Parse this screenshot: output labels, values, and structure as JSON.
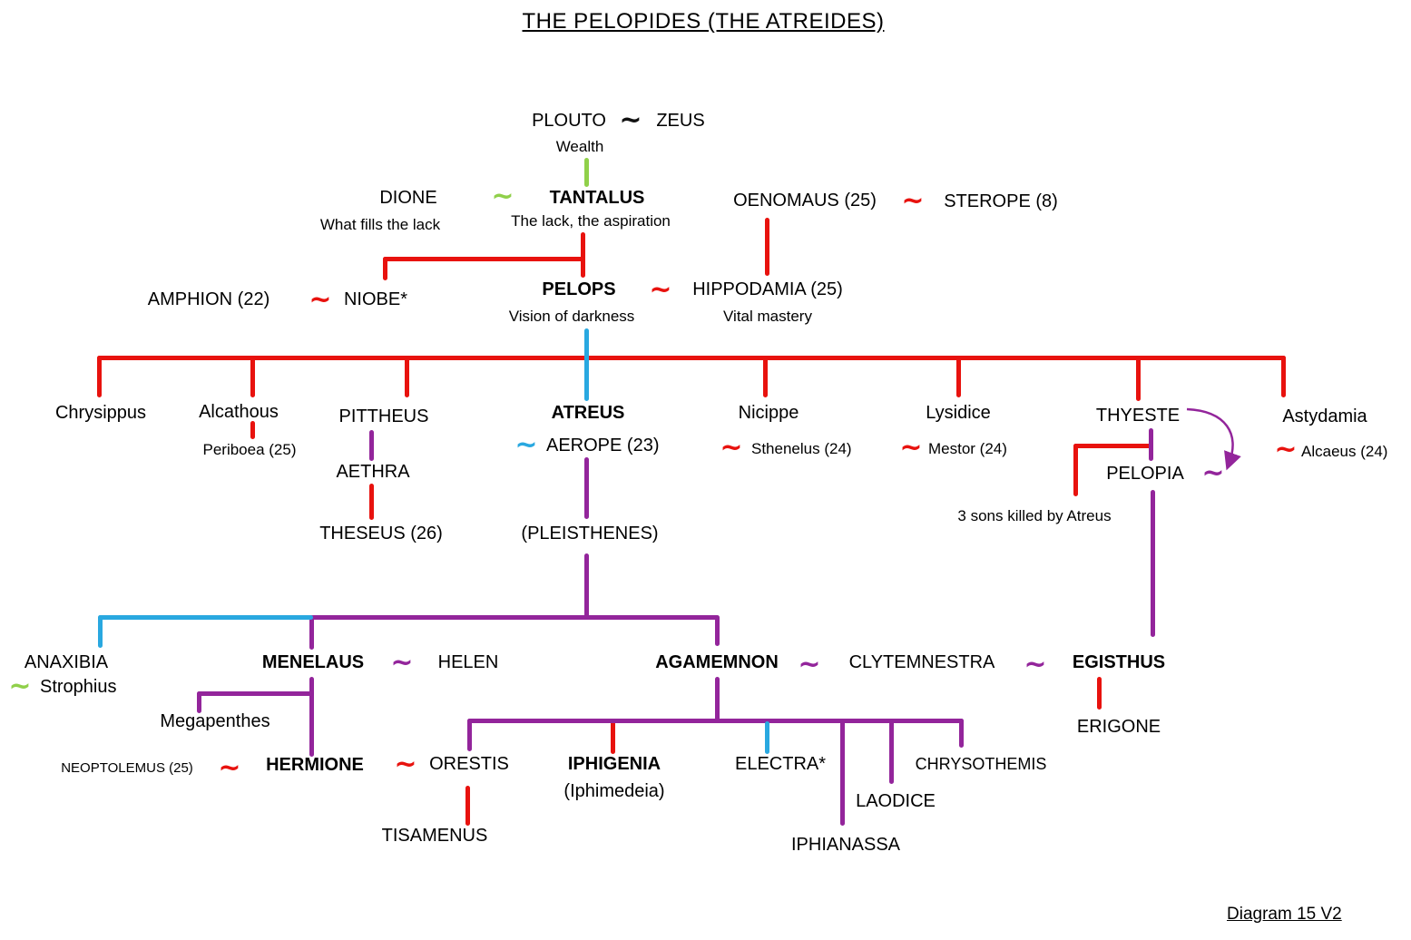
{
  "title": "THE PELOPIDES (THE ATREIDES)",
  "footer": "Diagram 15 V2",
  "glyphs": {
    "tilde": "~"
  },
  "colors": {
    "line_red": "#e8120e",
    "line_green": "#90d04a",
    "line_blue": "#29a8e0",
    "line_purple": "#93259b",
    "text_black": "#000000"
  },
  "notes": {
    "three_sons": "3 sons killed by Atreus"
  },
  "persons": {
    "plouto": {
      "name": "PLOUTO",
      "subtitle": "Wealth"
    },
    "zeus": {
      "name": "ZEUS"
    },
    "dione": {
      "name": "DIONE",
      "subtitle": "What fills the lack"
    },
    "tantalus": {
      "name": "TANTALUS",
      "subtitle": "The lack, the aspiration"
    },
    "oenomaus": {
      "name": "OENOMAUS (25)"
    },
    "sterope": {
      "name": "STEROPE (8)"
    },
    "amphion": {
      "name": "AMPHION (22)"
    },
    "niobe": {
      "name": "NIOBE*"
    },
    "pelops": {
      "name": "PELOPS",
      "subtitle": "Vision of darkness"
    },
    "hippodamia": {
      "name": "HIPPODAMIA (25)",
      "subtitle": "Vital mastery"
    },
    "chrysippus": {
      "name": "Chrysippus"
    },
    "alcathous": {
      "name": "Alcathous"
    },
    "periboea": {
      "name": "Periboea (25)"
    },
    "pittheus": {
      "name": "PITTHEUS"
    },
    "aethra": {
      "name": "AETHRA"
    },
    "theseus": {
      "name": "THESEUS (26)"
    },
    "atreus": {
      "name": "ATREUS"
    },
    "aerope": {
      "name": "AEROPE (23)"
    },
    "pleisthenes": {
      "name": "(PLEISTHENES)"
    },
    "nicippe": {
      "name": "Nicippe"
    },
    "sthenelus": {
      "name": "Sthenelus (24)"
    },
    "lysidice": {
      "name": "Lysidice"
    },
    "mestor": {
      "name": "Mestor (24)"
    },
    "thyeste": {
      "name": "THYESTE"
    },
    "pelopia": {
      "name": "PELOPIA"
    },
    "astydamia": {
      "name": "Astydamia"
    },
    "alcaeus": {
      "name": "Alcaeus (24)"
    },
    "anaxibia": {
      "name": "ANAXIBIA"
    },
    "strophius": {
      "name": "Strophius"
    },
    "menelaus": {
      "name": "MENELAUS"
    },
    "helen": {
      "name": "HELEN"
    },
    "agamemnon": {
      "name": "AGAMEMNON"
    },
    "clytemnestra": {
      "name": "CLYTEMNESTRA"
    },
    "egisthus": {
      "name": "EGISTHUS"
    },
    "erigone": {
      "name": "ERIGONE"
    },
    "megapenthes": {
      "name": "Megapenthes"
    },
    "neoptolemus": {
      "name": "NEOPTOLEMUS (25)"
    },
    "hermione": {
      "name": "HERMIONE"
    },
    "orestis": {
      "name": "ORESTIS"
    },
    "tisamenus": {
      "name": "TISAMENUS"
    },
    "iphigenia": {
      "name": "IPHIGENIA",
      "subtitle": "(Iphimedeia)"
    },
    "electra": {
      "name": "ELECTRA*"
    },
    "chrysothemis": {
      "name": "CHRYSOTHEMIS"
    },
    "laodice": {
      "name": "LAODICE"
    },
    "iphianassa": {
      "name": "IPHIANASSA"
    }
  }
}
